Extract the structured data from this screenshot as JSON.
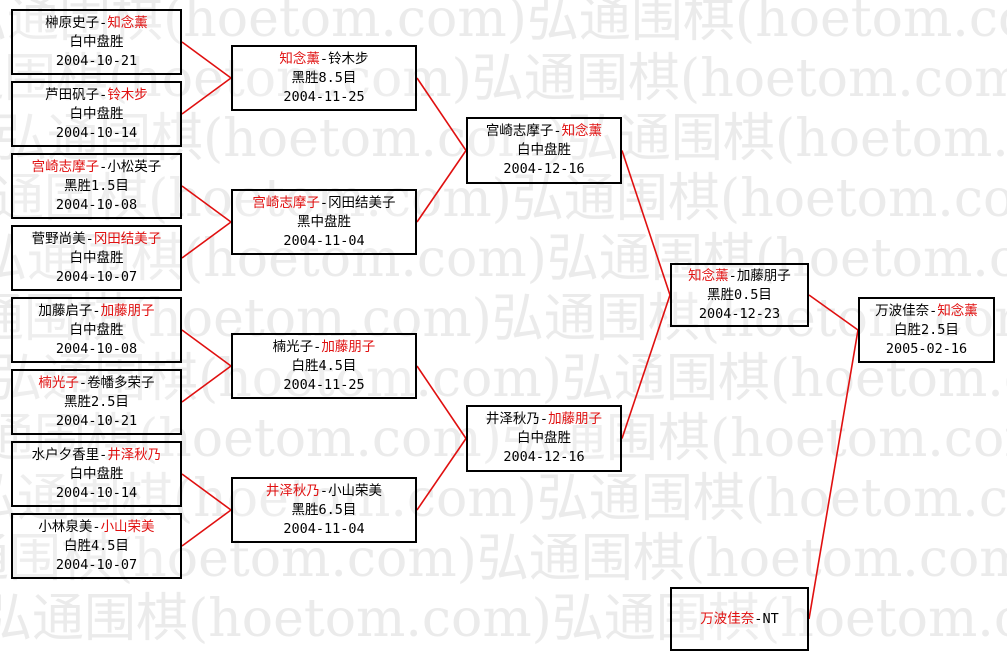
{
  "watermark_text": "弘通围棋(hoetom.com)",
  "colors": {
    "winner": "#e01010",
    "line": "#e01010",
    "border": "#000000",
    "watermark": "#ebebeb"
  },
  "rounds": [
    {
      "id": "r1",
      "matches": [
        {
          "p1": "榊原史子",
          "sep": "-",
          "p2": "知念薰",
          "winner": 2,
          "result": "白中盘胜",
          "date": "2004-10-21"
        },
        {
          "p1": "芦田矾子",
          "sep": "-",
          "p2": "铃木步",
          "winner": 2,
          "result": "白中盘胜",
          "date": "2004-10-14"
        },
        {
          "p1": "宫崎志摩子",
          "sep": "-",
          "p2": "小松英子",
          "winner": 1,
          "result": "黑胜1.5目",
          "date": "2004-10-08"
        },
        {
          "p1": "菅野尚美",
          "sep": "-",
          "p2": "冈田结美子",
          "winner": 2,
          "result": "白中盘胜",
          "date": "2004-10-07"
        },
        {
          "p1": "加藤启子",
          "sep": "-",
          "p2": "加藤朋子",
          "winner": 2,
          "result": "白中盘胜",
          "date": "2004-10-08"
        },
        {
          "p1": "楠光子",
          "sep": "-",
          "p2": "卷幡多荣子",
          "winner": 1,
          "result": "黑胜2.5目",
          "date": "2004-10-21"
        },
        {
          "p1": "水户夕香里",
          "sep": "-",
          "p2": "井泽秋乃",
          "winner": 2,
          "result": "白中盘胜",
          "date": "2004-10-14"
        },
        {
          "p1": "小林泉美",
          "sep": "-",
          "p2": "小山荣美",
          "winner": 2,
          "result": "白胜4.5目",
          "date": "2004-10-07"
        }
      ]
    },
    {
      "id": "r2",
      "matches": [
        {
          "p1": "知念薰",
          "sep": "-",
          "p2": "铃木步",
          "winner": 1,
          "result": "黑胜8.5目",
          "date": "2004-11-25"
        },
        {
          "p1": "宫崎志摩子",
          "sep": "-",
          "p2": "冈田结美子",
          "winner": 1,
          "result": "黑中盘胜",
          "date": "2004-11-04"
        },
        {
          "p1": "楠光子",
          "sep": "-",
          "p2": "加藤朋子",
          "winner": 2,
          "result": "白胜4.5目",
          "date": "2004-11-25"
        },
        {
          "p1": "井泽秋乃",
          "sep": "-",
          "p2": "小山荣美",
          "winner": 1,
          "result": "黑胜6.5目",
          "date": "2004-11-04"
        }
      ]
    },
    {
      "id": "r3",
      "matches": [
        {
          "p1": "宫崎志摩子",
          "sep": "-",
          "p2": "知念薰",
          "winner": 2,
          "result": "白中盘胜",
          "date": "2004-12-16"
        },
        {
          "p1": "井泽秋乃",
          "sep": "-",
          "p2": "加藤朋子",
          "winner": 2,
          "result": "白中盘胜",
          "date": "2004-12-16"
        }
      ]
    },
    {
      "id": "r4",
      "matches": [
        {
          "p1": "知念薰",
          "sep": "-",
          "p2": "加藤朋子",
          "winner": 1,
          "result": "黑胜0.5目",
          "date": "2004-12-23"
        },
        {
          "p1": "万波佳奈",
          "sep": "-",
          "p2": "NT",
          "winner": 1,
          "result": "",
          "date": ""
        }
      ]
    },
    {
      "id": "r5",
      "matches": [
        {
          "p1": "万波佳奈",
          "sep": "-",
          "p2": "知念薰",
          "winner": 2,
          "result": "白胜2.5目",
          "date": "2005-02-16"
        }
      ]
    }
  ]
}
